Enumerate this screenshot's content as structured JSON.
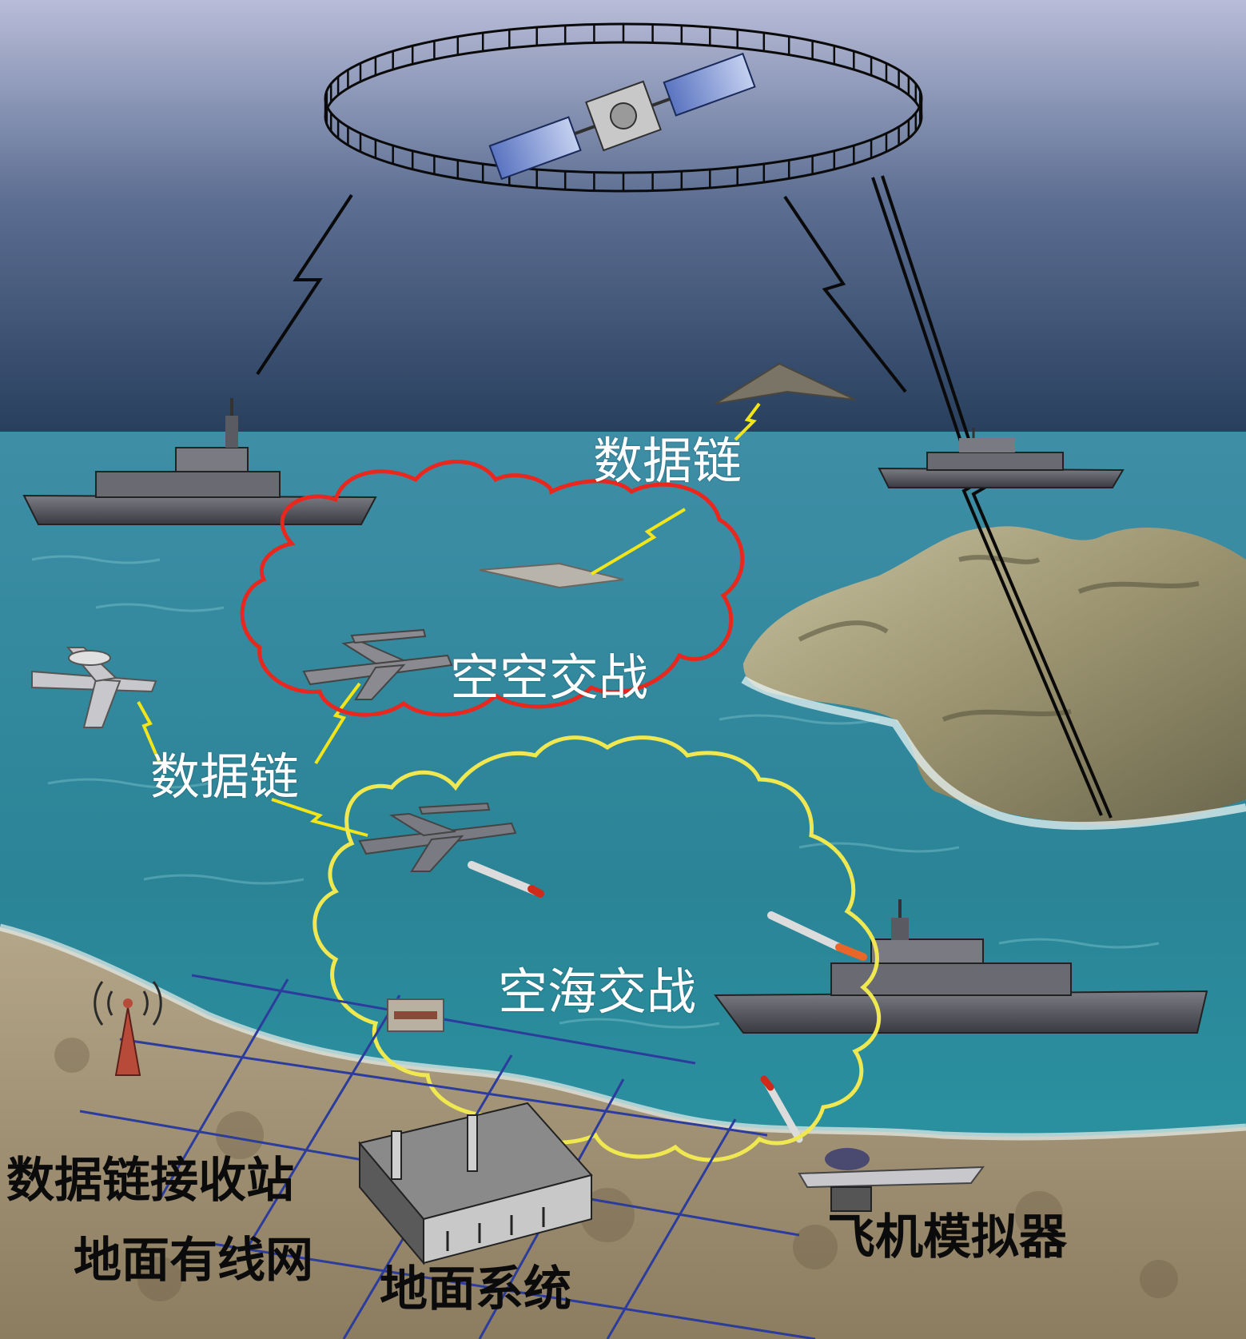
{
  "labels": {
    "datalink_top": "数据链",
    "air_air": "空空交战",
    "datalink_left": "数据链",
    "air_sea": "空海交战",
    "receiver_station": "数据链接收站",
    "ground_wired_network": "地面有线网",
    "ground_system": "地面系统",
    "flight_simulator": "飞机模拟器"
  },
  "colors": {
    "sky_top": "#b8bcd8",
    "sky_bottom": "#253c5a",
    "sea": "#2c8c9c",
    "red_cloud": "#e8281e",
    "yellow_cloud": "#f0e850",
    "link_yellow": "#f2e61a",
    "network_lines": "#2c3c9c",
    "label_white": "#ffffff",
    "label_black": "#0b0b0b"
  }
}
